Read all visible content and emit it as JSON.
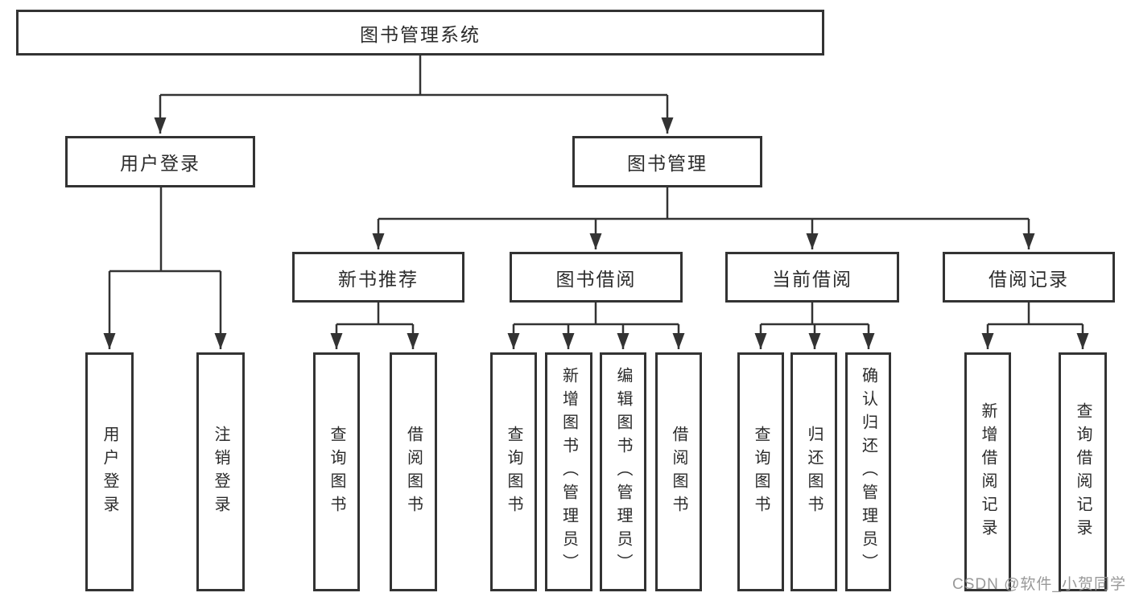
{
  "root": {
    "label": "图书管理系统"
  },
  "branches": {
    "user_login": {
      "label": "用户登录",
      "children": [
        {
          "label": "用户登录"
        },
        {
          "label": "注销登录"
        }
      ]
    },
    "book_mgmt": {
      "label": "图书管理",
      "sections": {
        "new_book": {
          "label": "新书推荐",
          "children": [
            {
              "label": "查询图书"
            },
            {
              "label": "借阅图书"
            }
          ]
        },
        "borrow": {
          "label": "图书借阅",
          "children": [
            {
              "label": "查询图书"
            },
            {
              "label": "新增图书（管理员）"
            },
            {
              "label": "编辑图书（管理员）"
            },
            {
              "label": "借阅图书"
            }
          ]
        },
        "current": {
          "label": "当前借阅",
          "children": [
            {
              "label": "查询图书"
            },
            {
              "label": "归还图书"
            },
            {
              "label": "确认归还（管理员）"
            }
          ]
        },
        "records": {
          "label": "借阅记录",
          "children": [
            {
              "label": "新增借阅记录"
            },
            {
              "label": "查询借阅记录"
            }
          ]
        }
      }
    }
  },
  "watermark": {
    "text": "CSDN @软件_小贺同学"
  },
  "colors": {
    "line": "#333333",
    "text": "#2b2b2b",
    "watermark": "#949494",
    "background": "#ffffff"
  }
}
